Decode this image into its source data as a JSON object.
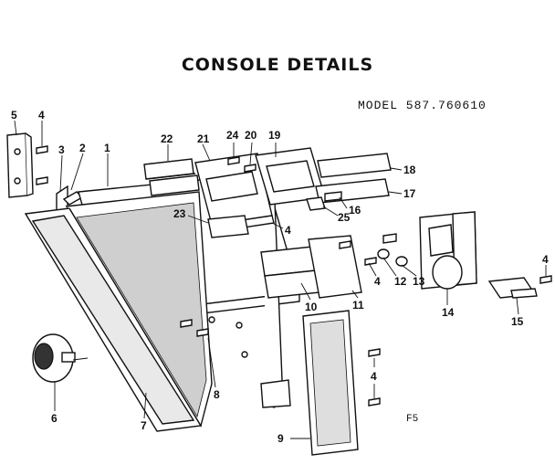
{
  "diagram": {
    "title": "CONSOLE DETAILS",
    "model": "MODEL 587.760610",
    "sheet": "F5"
  },
  "callouts": [
    {
      "id": "c5",
      "label": "5"
    },
    {
      "id": "c4a",
      "label": "4"
    },
    {
      "id": "c3",
      "label": "3"
    },
    {
      "id": "c2",
      "label": "2"
    },
    {
      "id": "c1",
      "label": "1"
    },
    {
      "id": "c22",
      "label": "22"
    },
    {
      "id": "c21",
      "label": "21"
    },
    {
      "id": "c24",
      "label": "24"
    },
    {
      "id": "c20",
      "label": "20"
    },
    {
      "id": "c19",
      "label": "19"
    },
    {
      "id": "c18",
      "label": "18"
    },
    {
      "id": "c17",
      "label": "17"
    },
    {
      "id": "c23",
      "label": "23"
    },
    {
      "id": "c25",
      "label": "25"
    },
    {
      "id": "c16",
      "label": "16"
    },
    {
      "id": "c4b",
      "label": "4"
    },
    {
      "id": "c4c",
      "label": "4"
    },
    {
      "id": "c12",
      "label": "12"
    },
    {
      "id": "c13",
      "label": "13"
    },
    {
      "id": "c10",
      "label": "10"
    },
    {
      "id": "c11",
      "label": "11"
    },
    {
      "id": "c14",
      "label": "14"
    },
    {
      "id": "c4d",
      "label": "4"
    },
    {
      "id": "c15",
      "label": "15"
    },
    {
      "id": "c8",
      "label": "8"
    },
    {
      "id": "c6",
      "label": "6"
    },
    {
      "id": "c7",
      "label": "7"
    },
    {
      "id": "c4e",
      "label": "4"
    },
    {
      "id": "c9",
      "label": "9"
    }
  ]
}
